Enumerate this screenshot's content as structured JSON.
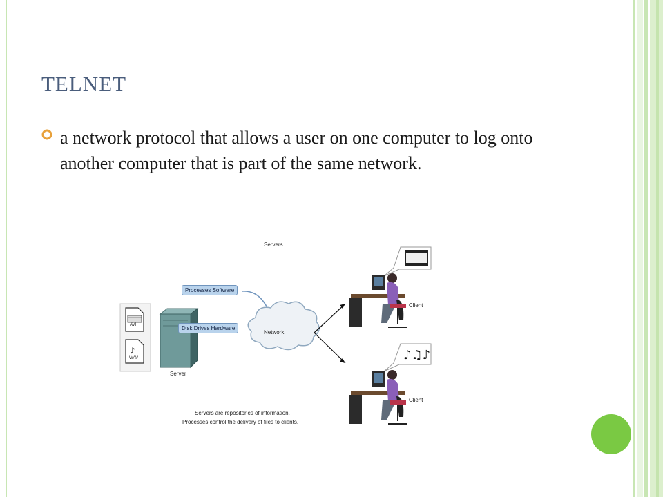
{
  "slide": {
    "title": "TELNET",
    "bullet_text": "a network protocol that allows a user on one computer to log onto another computer that is part of the same network."
  },
  "diagram": {
    "servers_label": "Servers",
    "processes_label": "Processes Software",
    "disk_label": "Disk Drives Hardware",
    "network_label": "Network",
    "server_label": "Server",
    "client_top_label": "Client",
    "client_bottom_label": "Client",
    "file_avi_label": "AVI",
    "file_wav_label": "WAV",
    "caption_line1": "Servers are repositories of information.",
    "caption_line2": "Processes control the delivery of files to clients."
  },
  "colors": {
    "title": "#4a5d7c",
    "frame_green": "#c8e6b4",
    "dot_green": "#7ac943",
    "bullet_marker": "#e8a13b"
  }
}
